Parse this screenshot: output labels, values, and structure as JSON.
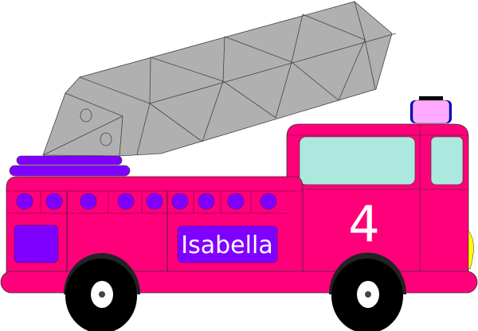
{
  "illustration": {
    "subject": "pink fire truck with ladder",
    "name_plate": {
      "label": "Isabella"
    },
    "door_number": {
      "label": "4"
    },
    "colors": {
      "body": "#ff007a",
      "accent_purple": "#8000ff",
      "window": "#ade8de",
      "ladder": "#b0b0b0",
      "beacon": "#ffaaff",
      "beacon_rim": "#0000cc",
      "headlight": "#ffff00",
      "tire": "#000000",
      "hub": "#ffffff"
    },
    "side_lights_count": 9,
    "wheels_count": 2
  }
}
